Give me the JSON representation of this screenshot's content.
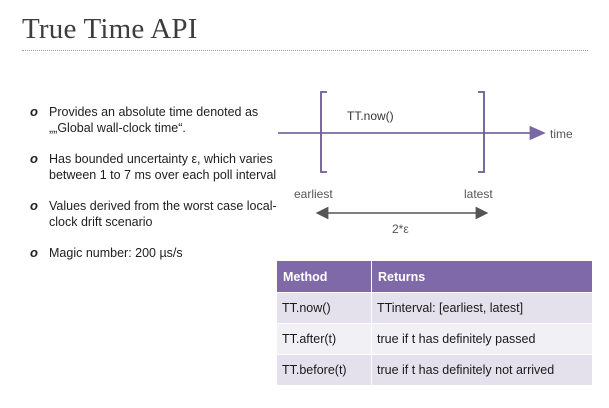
{
  "slide": {
    "title": "True Time API"
  },
  "bullets": [
    {
      "marker": "o",
      "text": "Provides an absolute time denoted as „„Global wall-clock time“."
    },
    {
      "marker": "o",
      "text": "Has bounded uncertainty ε, which varies between 1 to 7 ms over each poll interval"
    },
    {
      "marker": "o",
      "text": "Values derived from the worst case local-clock drift scenario"
    },
    {
      "marker": "o",
      "text": "Magic number: 200 µs/s"
    }
  ],
  "diagram": {
    "function_label": "TT.now()",
    "axis_label": "time",
    "earliest_label": "earliest",
    "latest_label": "latest",
    "span_label": "2*ε",
    "colors": {
      "bracket": "#6b5a94",
      "axis": "#7a67a6",
      "span_arrow": "#555555"
    }
  },
  "table": {
    "headers": [
      "Method",
      "Returns"
    ],
    "rows": [
      [
        "TT.now()",
        "TTinterval: [earliest, latest]"
      ],
      [
        "TT.after(t)",
        "true if t has definitely passed"
      ],
      [
        "TT.before(t)",
        "true if t has definitely not arrived"
      ]
    ],
    "colors": {
      "header_bg": "#8069a8",
      "row_odd_bg": "#e4e1ec",
      "row_even_bg": "#f1f0f5"
    }
  }
}
